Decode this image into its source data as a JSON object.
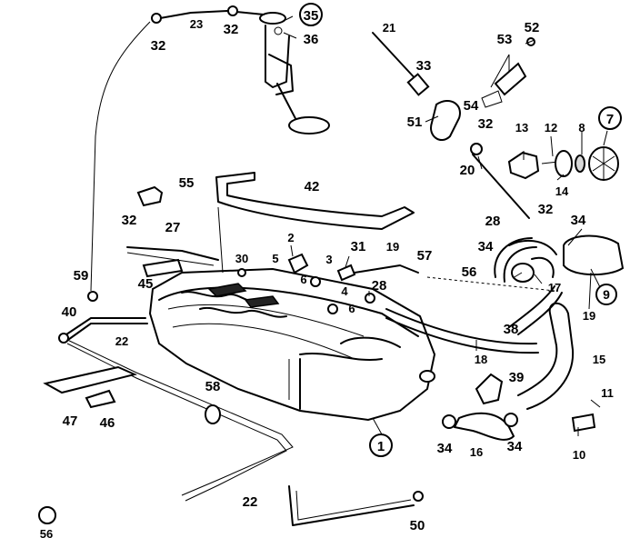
{
  "callouts": [
    {
      "id": "c23",
      "text": "23",
      "circled": false
    },
    {
      "id": "c32a",
      "text": "32",
      "circled": false
    },
    {
      "id": "c32b",
      "text": "32",
      "circled": false
    },
    {
      "id": "c35",
      "text": "35",
      "circled": true
    },
    {
      "id": "c36",
      "text": "36",
      "circled": false
    },
    {
      "id": "c21",
      "text": "21",
      "circled": false
    },
    {
      "id": "c52",
      "text": "52",
      "circled": false
    },
    {
      "id": "c53",
      "text": "53",
      "circled": false
    },
    {
      "id": "c33",
      "text": "33",
      "circled": false
    },
    {
      "id": "c54",
      "text": "54",
      "circled": false
    },
    {
      "id": "c51",
      "text": "51",
      "circled": false
    },
    {
      "id": "c32c",
      "text": "32",
      "circled": false
    },
    {
      "id": "c13",
      "text": "13",
      "circled": false
    },
    {
      "id": "c12",
      "text": "12",
      "circled": false
    },
    {
      "id": "c8",
      "text": "8",
      "circled": false
    },
    {
      "id": "c7",
      "text": "7",
      "circled": true
    },
    {
      "id": "c20",
      "text": "20",
      "circled": false
    },
    {
      "id": "c14",
      "text": "14",
      "circled": false
    },
    {
      "id": "c55",
      "text": "55",
      "circled": false
    },
    {
      "id": "c42",
      "text": "42",
      "circled": false
    },
    {
      "id": "c32d",
      "text": "32",
      "circled": false
    },
    {
      "id": "c28a",
      "text": "28",
      "circled": false
    },
    {
      "id": "c34a",
      "text": "34",
      "circled": false
    },
    {
      "id": "c32e",
      "text": "32",
      "circled": false
    },
    {
      "id": "c27",
      "text": "27",
      "circled": false
    },
    {
      "id": "c2",
      "text": "2",
      "circled": false
    },
    {
      "id": "c31",
      "text": "31",
      "circled": false
    },
    {
      "id": "c19a",
      "text": "19",
      "circled": false
    },
    {
      "id": "c57",
      "text": "57",
      "circled": false
    },
    {
      "id": "c34b",
      "text": "34",
      "circled": false
    },
    {
      "id": "c30",
      "text": "30",
      "circled": false
    },
    {
      "id": "c5",
      "text": "5",
      "circled": false
    },
    {
      "id": "c3",
      "text": "3",
      "circled": false
    },
    {
      "id": "c56a",
      "text": "56",
      "circled": false
    },
    {
      "id": "c17",
      "text": "17",
      "circled": false
    },
    {
      "id": "c9",
      "text": "9",
      "circled": true
    },
    {
      "id": "c59",
      "text": "59",
      "circled": false
    },
    {
      "id": "c45",
      "text": "45",
      "circled": false
    },
    {
      "id": "c6a",
      "text": "6",
      "circled": false
    },
    {
      "id": "c4",
      "text": "4",
      "circled": false
    },
    {
      "id": "c28b",
      "text": "28",
      "circled": false
    },
    {
      "id": "c6b",
      "text": "6",
      "circled": false
    },
    {
      "id": "c40",
      "text": "40",
      "circled": false
    },
    {
      "id": "c22a",
      "text": "22",
      "circled": false
    },
    {
      "id": "c38",
      "text": "38",
      "circled": false
    },
    {
      "id": "c19b",
      "text": "19",
      "circled": false
    },
    {
      "id": "c18",
      "text": "18",
      "circled": false
    },
    {
      "id": "c15",
      "text": "15",
      "circled": false
    },
    {
      "id": "c39",
      "text": "39",
      "circled": false
    },
    {
      "id": "c58",
      "text": "58",
      "circled": false
    },
    {
      "id": "c11",
      "text": "11",
      "circled": false
    },
    {
      "id": "c47",
      "text": "47",
      "circled": false
    },
    {
      "id": "c46",
      "text": "46",
      "circled": false
    },
    {
      "id": "c1",
      "text": "1",
      "circled": true
    },
    {
      "id": "c34c",
      "text": "34",
      "circled": false
    },
    {
      "id": "c16",
      "text": "16",
      "circled": false
    },
    {
      "id": "c34d",
      "text": "34",
      "circled": false
    },
    {
      "id": "c10",
      "text": "10",
      "circled": false
    },
    {
      "id": "c22b",
      "text": "22",
      "circled": false
    },
    {
      "id": "c50",
      "text": "50",
      "circled": false
    },
    {
      "id": "c56b",
      "text": "56",
      "circled": false
    }
  ]
}
